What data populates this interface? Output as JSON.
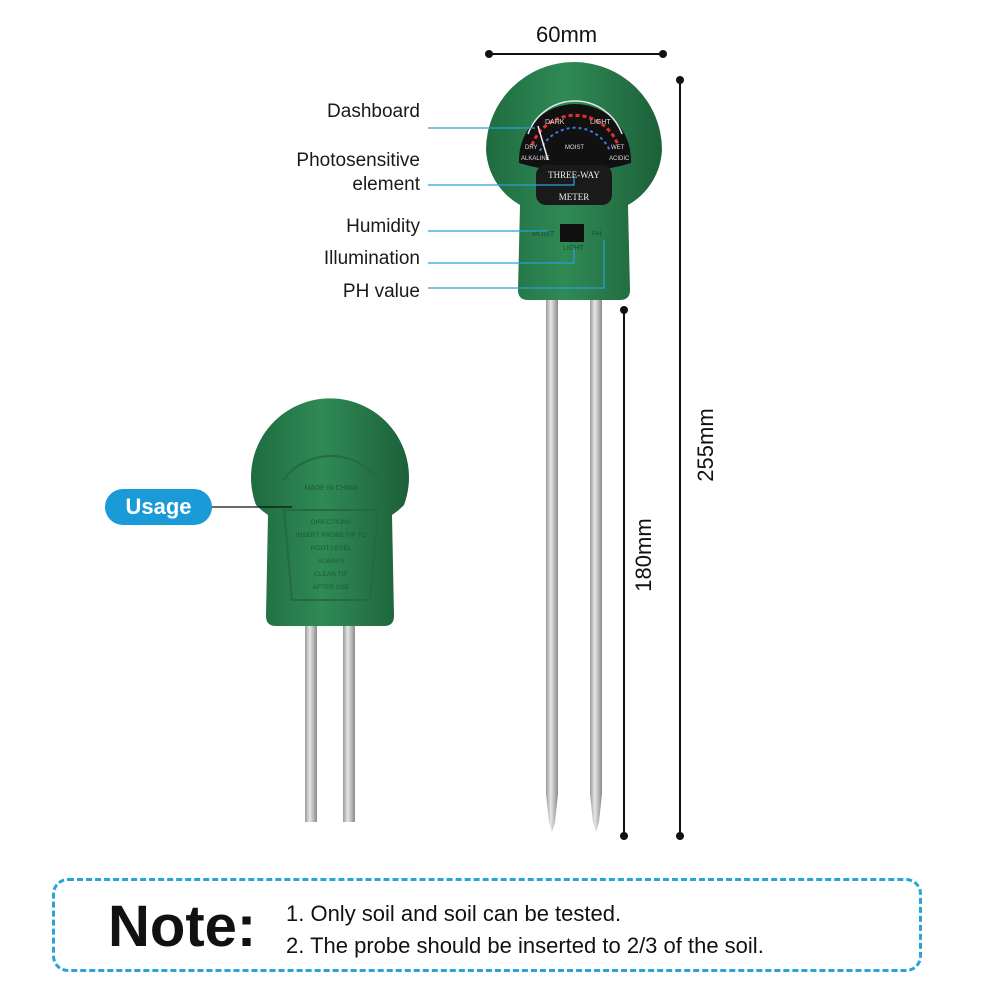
{
  "dimensions": {
    "width": "60mm",
    "total_length": "255mm",
    "probe_length": "180mm"
  },
  "callouts": {
    "dashboard": "Dashboard",
    "photosensitive_1": "Photosensitive",
    "photosensitive_2": "element",
    "humidity": "Humidity",
    "illumination": "Illumination",
    "ph": "PH value"
  },
  "meter_face": {
    "dark": "DARK",
    "light": "LIGHT",
    "dry": "DRY",
    "moist": "MOIST",
    "wet": "WET",
    "alkaline": "ALKALINE",
    "acidic": "ACIDIC",
    "brand_1": "THREE-WAY",
    "brand_2": "METER",
    "switch_left": "MOIST",
    "switch_right": "PH",
    "switch_bottom": "LIGHT"
  },
  "back": {
    "made_in": "MADE IN CHINA",
    "directions": [
      "DIRECTIONS",
      "INSERT PROBE TIP TO",
      "ROOT LEVEL",
      "ALWAYS",
      "CLEAN TIP",
      "AFTER USE"
    ]
  },
  "usage_label": "Usage",
  "note": {
    "title": "Note:",
    "line1": "1. Only soil and soil can be tested.",
    "line2": "2. The probe should be inserted to 2/3 of the soil."
  },
  "colors": {
    "body_green": "#2e7d4f",
    "accent_blue": "#1a9ad6"
  }
}
